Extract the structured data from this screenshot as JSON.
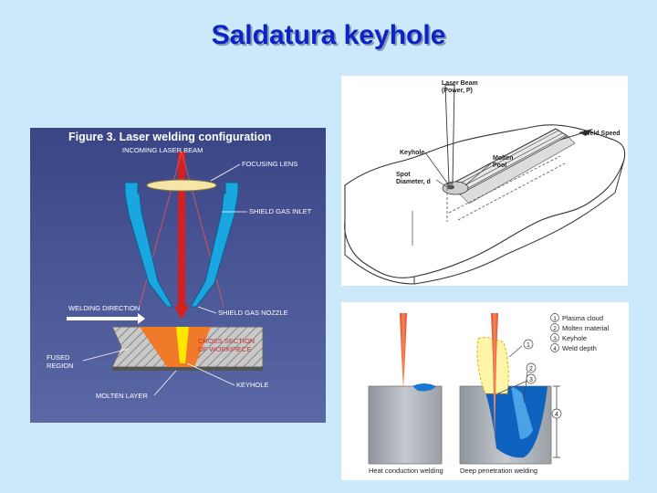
{
  "title": "Saldatura keyhole",
  "colors": {
    "background": "#cce9fb",
    "title": "#0b23c8",
    "left_panel_bg": "#3d4a8e",
    "nozzle": "#1aa6e0",
    "beam": "#d62020",
    "workpiece": "#c9c9c9"
  },
  "laser_config": {
    "figure_title": "Figure 3. Laser welding configuration",
    "labels": {
      "incoming_beam": "INCOMING LASER BEAM",
      "focusing_lens": "FOCUSING LENS",
      "shield_gas_inlet": "SHIELD GAS INLET",
      "welding_direction": "WELDING DIRECTION",
      "shield_gas_nozzle": "SHIELD GAS NOZZLE",
      "cross_section_1": "CROSS SECTION",
      "cross_section_2": "OF WORKPIECE",
      "fused_1": "FUSED",
      "fused_2": "REGION",
      "keyhole": "KEYHOLE",
      "molten_layer": "MOLTEN LAYER"
    }
  },
  "iso_diagram": {
    "labels": {
      "laser_beam_1": "Laser Beam",
      "laser_beam_2": "(Power, P)",
      "molten_1": "Molten",
      "molten_2": "Pool",
      "weld_speed": "Weld Speed",
      "keyhole": "Keyhole",
      "spot_1": "Spot",
      "spot_2": "Diameter, d"
    }
  },
  "penetration": {
    "legend": [
      {
        "num": "1",
        "text": "Plasma cloud"
      },
      {
        "num": "2",
        "text": "Molten material"
      },
      {
        "num": "3",
        "text": "Keyhole"
      },
      {
        "num": "4",
        "text": "Weld depth"
      }
    ],
    "callouts": [
      "1",
      "2",
      "3",
      "4"
    ],
    "captions": {
      "left": "Heat conduction welding",
      "right": "Deep penetration welding"
    }
  }
}
